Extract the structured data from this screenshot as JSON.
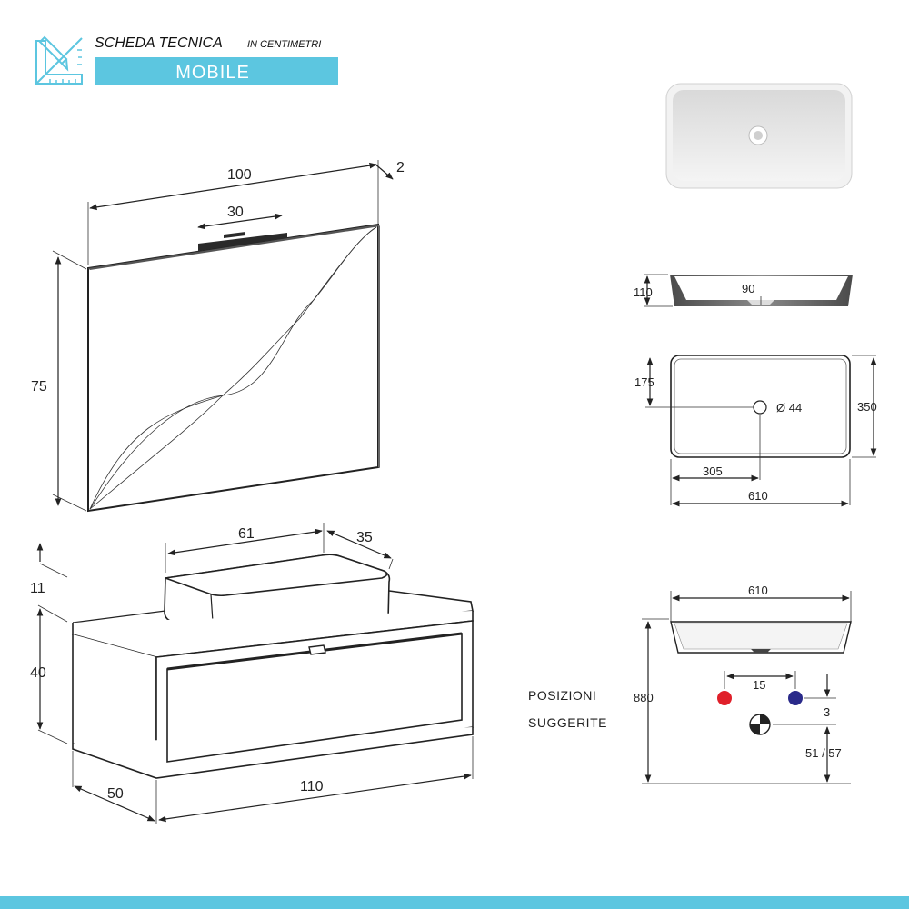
{
  "header": {
    "title": "SCHEDA TECNICA",
    "subtitle": "IN CENTIMETRI",
    "banner": "MOBILE",
    "icon": "ruler-pencil-icon",
    "accent_color": "#5cc6e0"
  },
  "mirror": {
    "width": "100",
    "depth": "2",
    "lamp": "30",
    "height": "75"
  },
  "cabinet": {
    "basin_width": "61",
    "basin_depth": "35",
    "basin_height": "11",
    "height": "40",
    "depth": "50",
    "width": "110"
  },
  "basin_side": {
    "height": "110",
    "inner": "90"
  },
  "basin_top": {
    "half_depth": "175",
    "depth": "350",
    "drain": "Ø 44",
    "half_width": "305",
    "width": "610"
  },
  "fittings": {
    "width": "610",
    "label_line1": "POSIZIONI",
    "label_line2": "SUGGERITE",
    "height": "880",
    "spacing": "15",
    "offset": "3",
    "drain_height": "51 / 57",
    "hot_color": "#e0202a",
    "cold_color": "#2a2a8a"
  },
  "footer": {
    "border_color": "#5cc6e0"
  }
}
